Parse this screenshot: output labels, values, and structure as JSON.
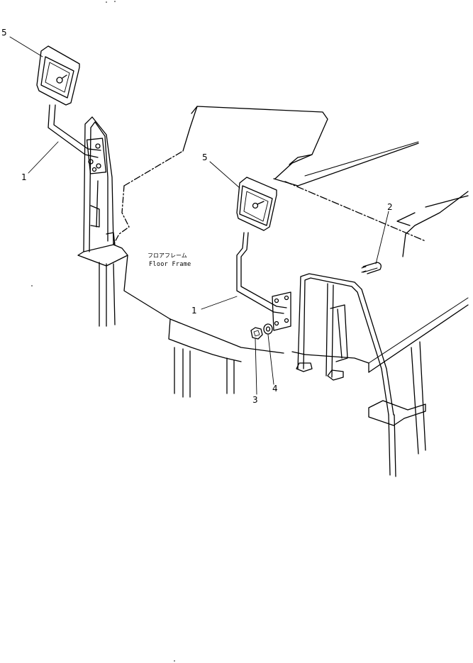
{
  "diagram": {
    "callouts": {
      "mirror_left": "5",
      "mirror_center": "5",
      "stay_left": "1",
      "stay_center": "1",
      "u_bolt": "2",
      "nut": "3",
      "washer": "4"
    },
    "frame_label": {
      "japanese": "フロアフレーム",
      "english": "Floor Frame"
    }
  }
}
